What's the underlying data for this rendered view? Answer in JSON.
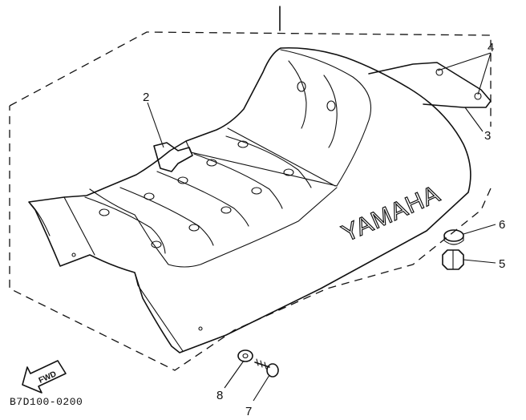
{
  "diagram": {
    "code": "B7D100-0200",
    "brand_text": "YAMAHA",
    "fwd_label": "FWD",
    "callouts": {
      "c1": "2",
      "c2": "4",
      "c3": "3",
      "c4": "6",
      "c5": "5",
      "c6": "8",
      "c7": "7"
    },
    "parts": [
      "seat",
      "handle-strap",
      "bracket",
      "bracket-hole",
      "damper",
      "nut",
      "washer",
      "bolt"
    ]
  }
}
